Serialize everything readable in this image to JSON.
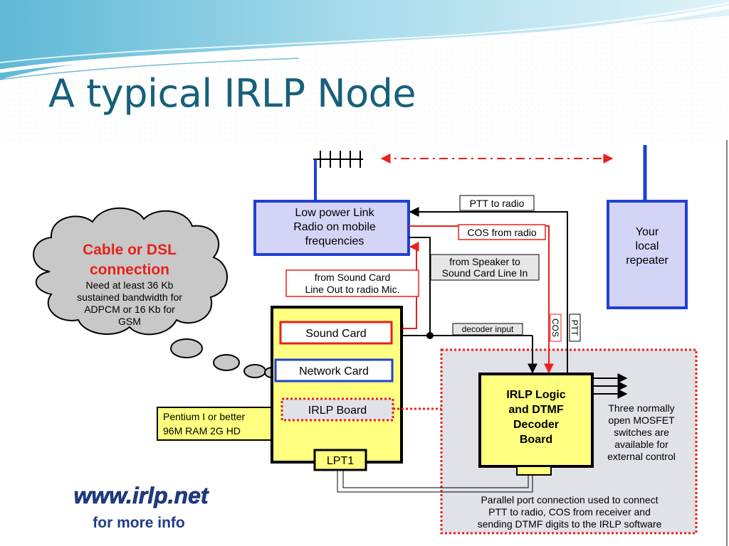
{
  "slide": {
    "title": "A typical IRLP Node"
  },
  "colors": {
    "title": "#17607a",
    "red": "#e8211c",
    "blue": "#1f3fd6",
    "yellow_box": "#ffff80",
    "lavender_box": "#d4d4f7",
    "grey_panel": "#e1e1e8",
    "cloud_fill": "#c8c8c8"
  },
  "diagram": {
    "cloud": {
      "title_line1": "Cable or DSL",
      "title_line2": "connection",
      "line1": "Need at least 36 Kb",
      "line2": "sustained bandwidth for",
      "line3": "ADPCM or 16 Kb for",
      "line4": "GSM"
    },
    "link_radio": {
      "line1": "Low power Link",
      "line2": "Radio on mobile",
      "line3": "frequencies"
    },
    "repeater": {
      "line1": "Your",
      "line2": "local",
      "line3": "repeater"
    },
    "labels": {
      "ptt_to_radio": "PTT to radio",
      "cos_from_radio": "COS from radio",
      "speaker_line1": "from Speaker to",
      "speaker_line2": "Sound Card Line In",
      "soundcard_out_line1": "from Sound Card",
      "soundcard_out_line2": "Line Out to radio Mic.",
      "decoder_input": "decoder input",
      "cos_vertical": "COS",
      "ptt_vertical": "PTT"
    },
    "pc": {
      "sound_card": "Sound Card",
      "network_card": "Network Card",
      "irlp_board": "IRLP Board",
      "lpt1": "LPT1",
      "spec_line1": "Pentium I or better",
      "spec_line2": "96M RAM 2G HD"
    },
    "logic_board": {
      "line1": "IRLP Logic",
      "line2": "and DTMF",
      "line3": "Decoder",
      "line4": "Board"
    },
    "mosfet": {
      "line1": "Three normally",
      "line2": "open MOSFET",
      "line3": "switches are",
      "line4": "available for",
      "line5": "external control"
    },
    "parallel": {
      "line1": "Parallel port connection used to connect",
      "line2": "PTT to radio, COS from receiver and",
      "line3": "sending DTMF digits to the IRLP software"
    },
    "website": {
      "url": "www.irlp.net",
      "more": "for more info"
    }
  }
}
